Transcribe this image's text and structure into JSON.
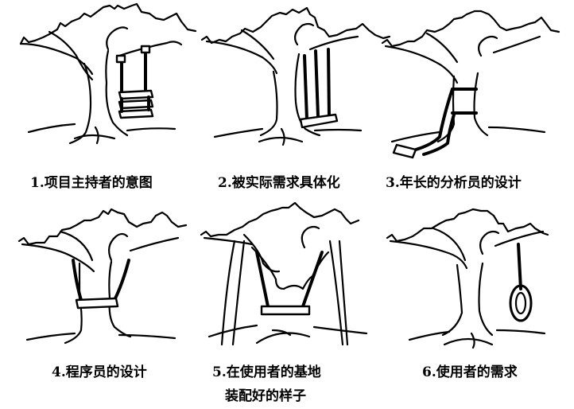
{
  "figure": {
    "title": "Tree swing cartoon — how a project is understood at each stage",
    "ink_color": "#000000",
    "background_color": "#ffffff",
    "panels": [
      {
        "number": "1",
        "caption": "1.项目主持者的意图",
        "depicts": "tree with three-tier stacked seat swing"
      },
      {
        "number": "2",
        "caption": "2.被实际需求具体化",
        "depicts": "tree with swing hanging on three ropes"
      },
      {
        "number": "3",
        "caption": "3.年长的分析员的设计",
        "depicts": "swing ropes wrapped around trunk, seat on ground"
      },
      {
        "number": "4",
        "caption": "4.程序员的设计",
        "depicts": "seat encircling trunk, ropes tied to branches"
      },
      {
        "number": "5",
        "caption_line1": "5.在使用者的基地",
        "caption_line2": "装配好的样子",
        "depicts": "tree trunk cut out, swing hung from props"
      },
      {
        "number": "6",
        "caption": "6.使用者的需求",
        "depicts": "tire swing hanging from a branch"
      }
    ]
  }
}
